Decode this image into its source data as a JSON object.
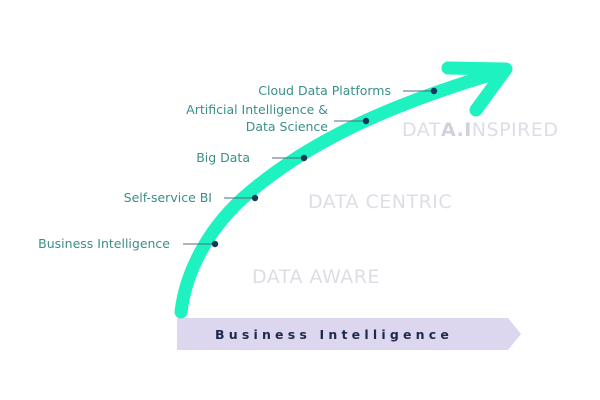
{
  "milestones": [
    {
      "label": "Business Intelligence"
    },
    {
      "label": "Self-service BI"
    },
    {
      "label": "Big Data"
    },
    {
      "label_line1": "Artificial Intelligence &",
      "label_line2": "Data Science"
    },
    {
      "label": "Cloud Data Platforms"
    }
  ],
  "stages": {
    "aware": "DATA AWARE",
    "centric": "DATA CENTRIC",
    "inspired_prefix": "DAT",
    "inspired_bold": "A.I",
    "inspired_suffix": "NSPIRED"
  },
  "banner": {
    "label": "Business Intelligence"
  },
  "colors": {
    "arrow": "#1ef2c0",
    "dot": "#123a5c",
    "label": "#3a8f8a",
    "banner": "#dcd7ef",
    "banner_text": "#1f2a4d"
  }
}
